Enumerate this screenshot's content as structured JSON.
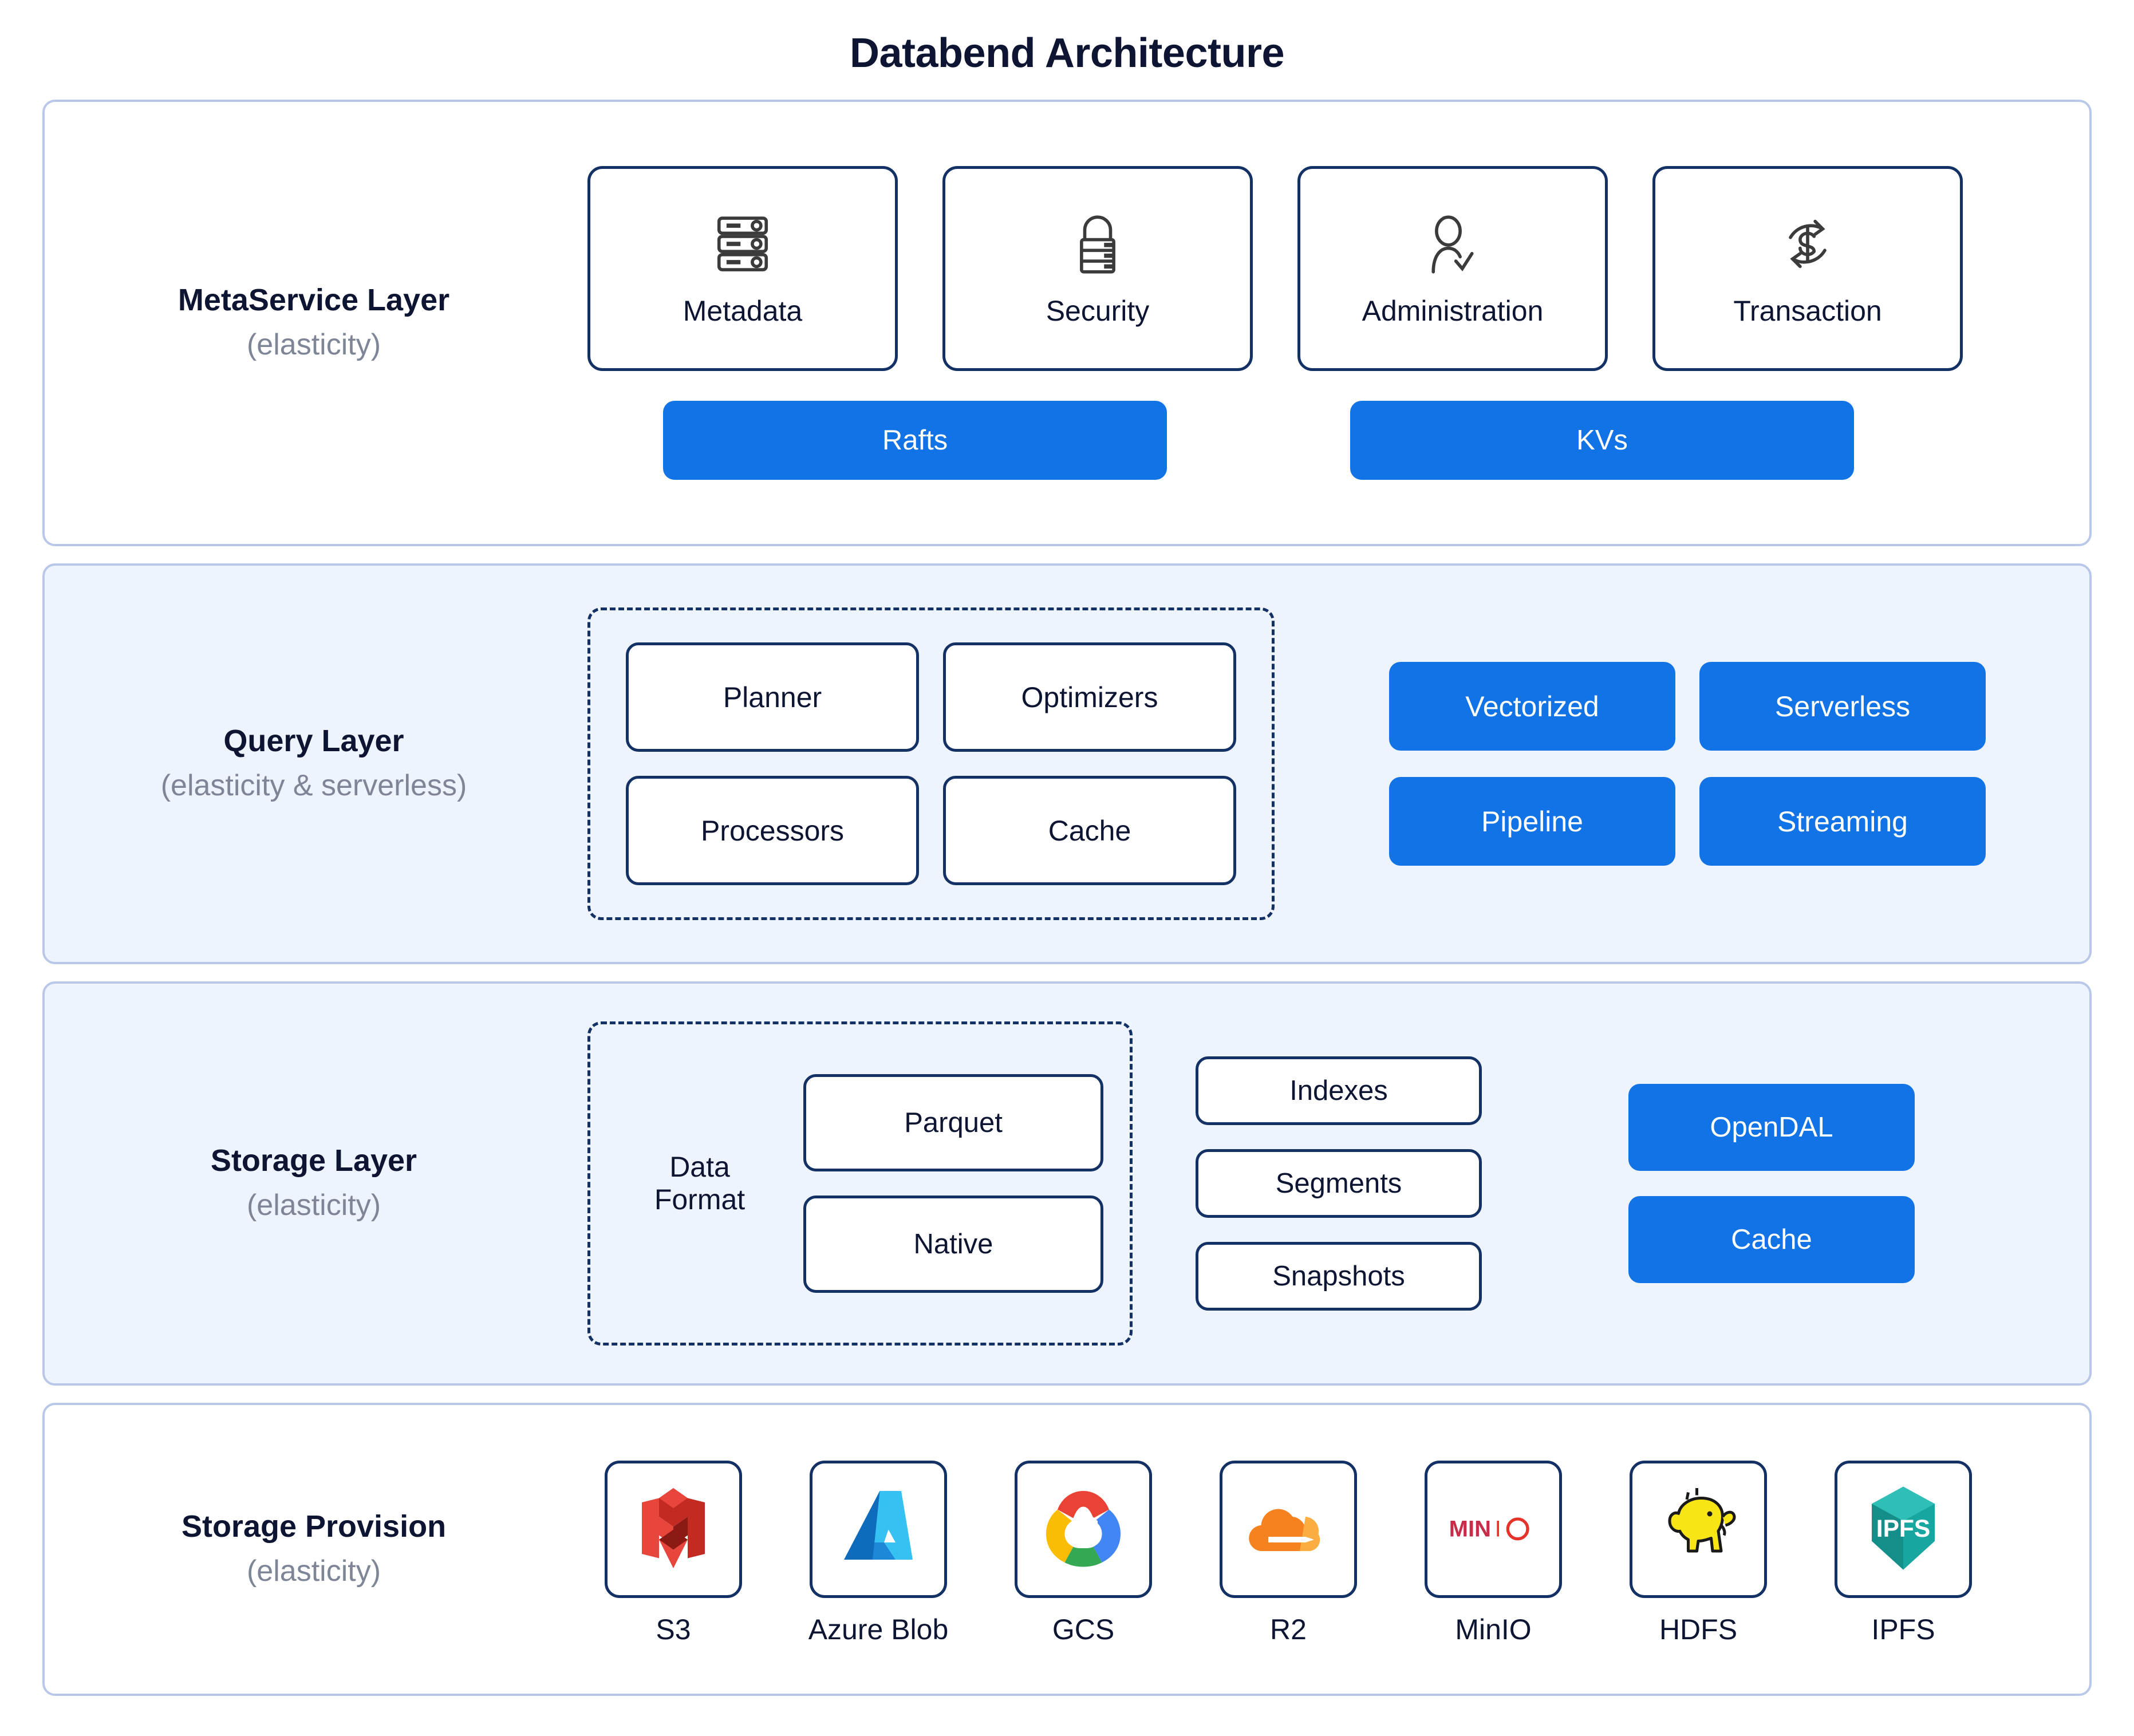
{
  "title": "Databend Architecture",
  "colors": {
    "accent_blue": "#1173e6",
    "navy": "#0d1533",
    "box_border": "#143165",
    "band_border": "#b9c7e8",
    "band_tint": "#eef4fd",
    "muted_gray": "#7e8596"
  },
  "layers": [
    {
      "name": "metaservice",
      "label": "MetaService Layer",
      "sublabel": "(elasticity)",
      "cards": [
        {
          "label": "Metadata",
          "icon": "server-stack-icon"
        },
        {
          "label": "Security",
          "icon": "padlock-icon"
        },
        {
          "label": "Administration",
          "icon": "user-check-icon"
        },
        {
          "label": "Transaction",
          "icon": "dollar-refresh-icon"
        }
      ],
      "buttons": [
        "Rafts",
        "KVs"
      ]
    },
    {
      "name": "query",
      "label": "Query Layer",
      "sublabel": "(elasticity & serverless)",
      "dashed_group": [
        "Planner",
        "Optimizers",
        "Processors",
        "Cache"
      ],
      "buttons": [
        "Vectorized",
        "Serverless",
        "Pipeline",
        "Streaming"
      ]
    },
    {
      "name": "storage",
      "label": "Storage Layer",
      "sublabel": "(elasticity)",
      "data_format_label_line1": "Data",
      "data_format_label_line2": "Format",
      "data_formats": [
        "Parquet",
        "Native"
      ],
      "metadata_boxes": [
        "Indexes",
        "Segments",
        "Snapshots"
      ],
      "buttons": [
        "OpenDAL",
        "Cache"
      ]
    },
    {
      "name": "provision",
      "label": "Storage Provision",
      "sublabel": "(elasticity)",
      "providers": [
        {
          "label": "S3",
          "icon": "aws-s3-logo"
        },
        {
          "label": "Azure Blob",
          "icon": "azure-logo"
        },
        {
          "label": "GCS",
          "icon": "google-cloud-logo"
        },
        {
          "label": "R2",
          "icon": "cloudflare-logo"
        },
        {
          "label": "MinIO",
          "icon": "minio-logo"
        },
        {
          "label": "HDFS",
          "icon": "hadoop-elephant-logo"
        },
        {
          "label": "IPFS",
          "icon": "ipfs-logo"
        }
      ]
    }
  ]
}
